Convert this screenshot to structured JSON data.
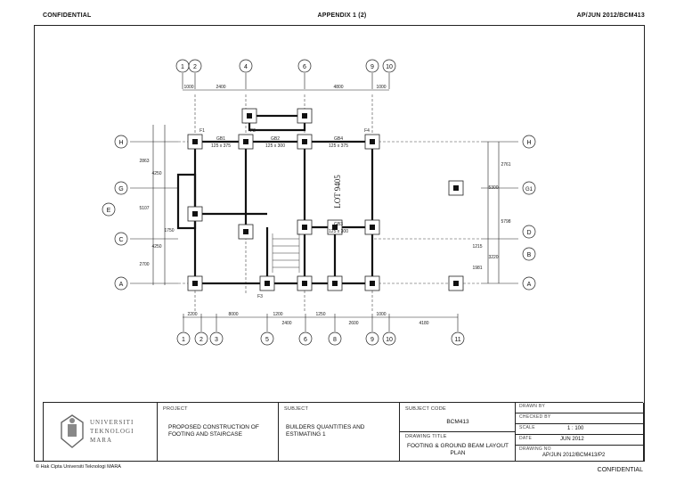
{
  "header": {
    "left": "CONFIDENTIAL",
    "center": "APPENDIX 1 (2)",
    "right": "AP/JUN 2012/BCM413"
  },
  "plan": {
    "grid_top": [
      "1",
      "2",
      "4",
      "6",
      "9",
      "10"
    ],
    "grid_bottom": [
      "1",
      "2",
      "3",
      "5",
      "6",
      "8",
      "9",
      "10",
      "11"
    ],
    "grid_left": [
      "H",
      "G",
      "E",
      "C",
      "A"
    ],
    "grid_right": [
      "H",
      "G1",
      "D",
      "B",
      "A"
    ],
    "lot_label": "LOT 9405",
    "top_dims": [
      "1000",
      "2400",
      "4800",
      "1000"
    ],
    "bottom_dims": [
      "2200",
      "8000",
      "1200",
      "2400",
      "1250",
      "2600",
      "1000",
      "4180"
    ],
    "left_dims": [
      "2863",
      "4250",
      "5107",
      "1750",
      "4250",
      "2700"
    ],
    "right_dims": [
      "2761",
      "5300",
      "5798",
      "3220",
      "1215",
      "1981"
    ],
    "beam_labels": [
      "GB1",
      "GB2",
      "GB3",
      "GB4"
    ],
    "beam_sizes": [
      "125 x 375",
      "125 x 300",
      "125 x 300",
      "125 x 375"
    ],
    "footing_labels": [
      "F1",
      "F2",
      "F3",
      "F4"
    ]
  },
  "title_block": {
    "project_caption": "PROJECT",
    "project_value": "PROPOSED CONSTRUCTION OF FOOTING AND STAIRCASE",
    "subject_caption": "SUBJECT",
    "subject_value": "BUILDERS QUANTITIES AND ESTIMATING 1",
    "code_caption": "SUBJECT CODE",
    "code_value": "BCM413",
    "drawing_title_caption": "DRAWING TITLE",
    "drawing_title_value": "FOOTING & GROUND BEAM LAYOUT PLAN",
    "drawn_by_caption": "DRAWN BY",
    "checked_by_caption": "CHECKED BY",
    "scale_caption": "SCALE",
    "scale_value": "1 : 100",
    "date_caption": "DATE",
    "date_value": "JUN 2012",
    "drawing_no_caption": "DRAWING NO",
    "drawing_no_value": "AP/JUN 2012/BCM413/P2",
    "logo_lines": [
      "UNIVERSITI",
      "TEKNOLOGI",
      "MARA"
    ]
  },
  "footer": {
    "left": "© Hak Cipta Universiti Teknologi MARA",
    "right": "CONFIDENTIAL"
  }
}
